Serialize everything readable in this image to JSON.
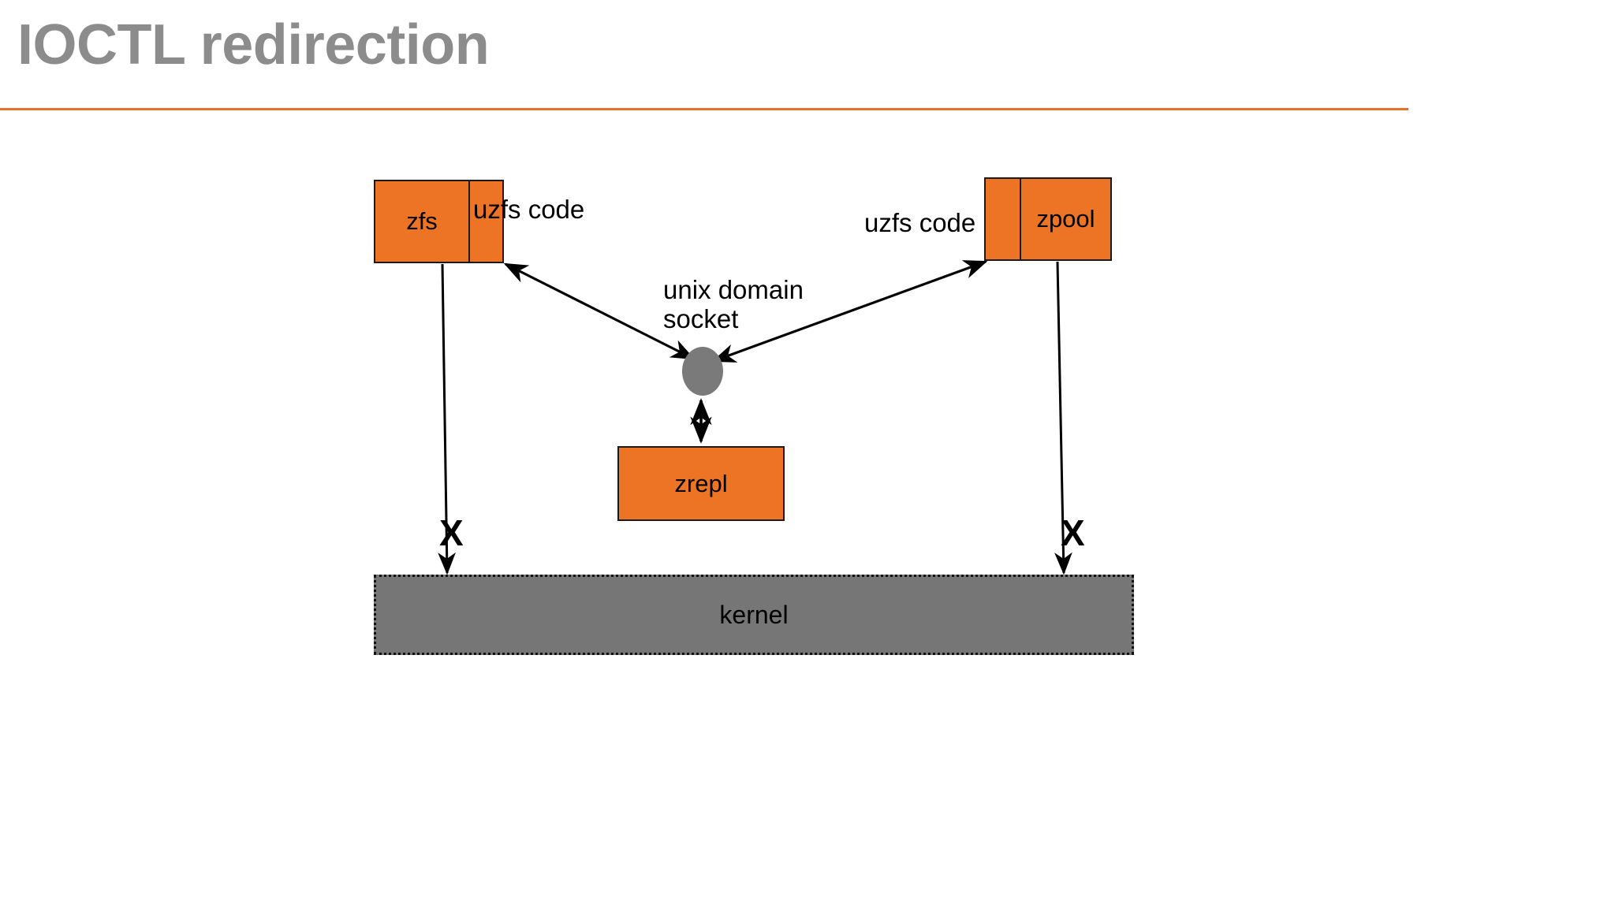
{
  "slide": {
    "title": "IOCTL redirection",
    "title_color": "#8c8c8c",
    "rule_color": "#e8702a",
    "background": "#ffffff"
  },
  "palette": {
    "box_fill": "#ed7424",
    "box_stroke": "#1a1a1a",
    "kernel_fill": "#767676",
    "socket_fill": "#7a7a7a",
    "text": "#000000"
  },
  "diagram": {
    "type": "block-diagram",
    "nodes": [
      {
        "id": "zfs",
        "label": "zfs",
        "annex_label": "uzfs code",
        "shape": "split-rect",
        "fill": "#ed7424"
      },
      {
        "id": "zpool",
        "label": "zpool",
        "annex_label": "uzfs code",
        "shape": "split-rect",
        "fill": "#ed7424"
      },
      {
        "id": "zrepl",
        "label": "zrepl",
        "shape": "rect",
        "fill": "#ed7424"
      },
      {
        "id": "socket",
        "label": "unix domain socket",
        "shape": "ellipse",
        "fill": "#7a7a7a"
      },
      {
        "id": "kernel",
        "label": "kernel",
        "shape": "dotted-rect",
        "fill": "#767676"
      }
    ],
    "edges": [
      {
        "from": "socket",
        "to": "zfs",
        "style": "double-arrow"
      },
      {
        "from": "socket",
        "to": "zpool",
        "style": "double-arrow"
      },
      {
        "from": "zrepl",
        "to": "socket",
        "style": "double-arrow"
      },
      {
        "from": "zfs",
        "to": "kernel",
        "style": "arrow",
        "blocked": true,
        "block_marker": "X"
      },
      {
        "from": "zpool",
        "to": "kernel",
        "style": "arrow",
        "blocked": true,
        "block_marker": "X"
      }
    ],
    "markers": {
      "block_left": "X",
      "block_right": "X"
    }
  }
}
